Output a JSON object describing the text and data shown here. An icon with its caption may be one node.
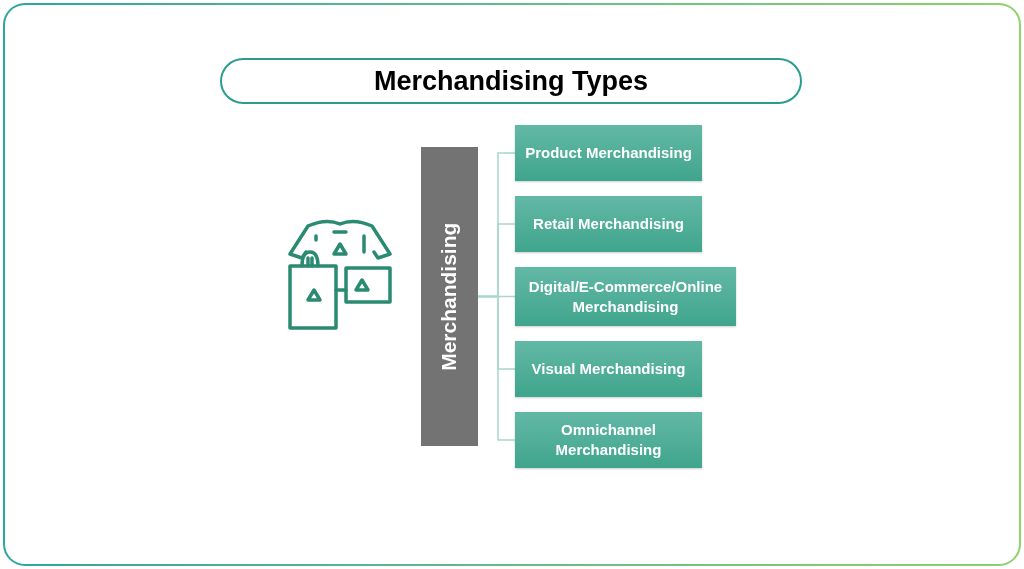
{
  "diagram": {
    "title": "Merchandising Types",
    "nodes": [
      {
        "text": [
          "Merchandising"
        ]
      },
      {
        "text": [
          "Product Merchandising"
        ]
      },
      {
        "text": [
          "Retail Merchandising"
        ]
      },
      {
        "text": [
          "Digital/E-Commerce/Online Merchandising"
        ]
      },
      {
        "text": [
          "Visual Merchandising"
        ]
      },
      {
        "text": [
          "Omnichannel Merchandising"
        ]
      }
    ],
    "edges": [
      {
        "from": 0,
        "to": 1,
        "arrow": "none"
      },
      {
        "from": 0,
        "to": 2,
        "arrow": "none"
      },
      {
        "from": 0,
        "to": 3,
        "arrow": "none"
      },
      {
        "from": 0,
        "to": 4,
        "arrow": "none"
      },
      {
        "from": 0,
        "to": 5,
        "arrow": "none"
      }
    ]
  }
}
